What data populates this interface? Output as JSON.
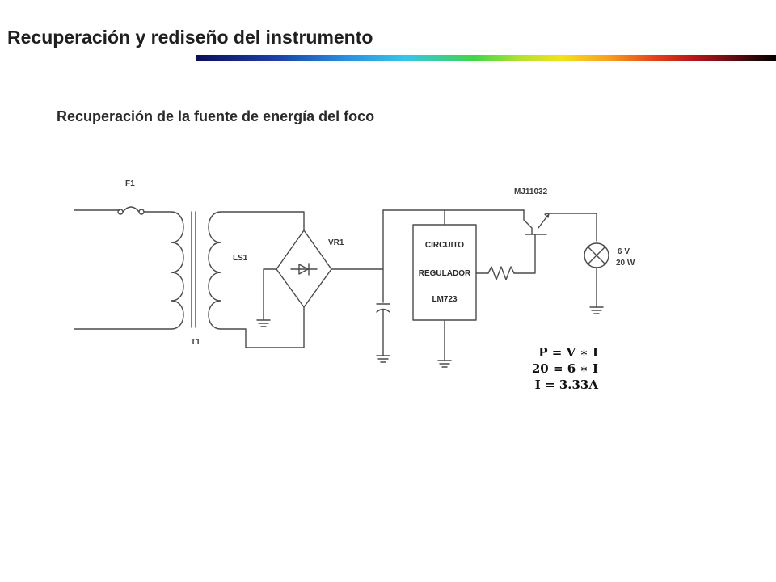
{
  "slide": {
    "title": "Recuperación y rediseño del instrumento",
    "section_title": "Recuperación de la fuente de energía del foco"
  },
  "schematic": {
    "fuse_label": "F1",
    "transformer_label": "T1",
    "secondary_label": "LS1",
    "bridge_label": "VR1",
    "transistor_label": "MJ11032",
    "ic_lines": [
      "CIRCUITO",
      "REGULADOR",
      "LM723"
    ],
    "lamp_voltage": "6 V",
    "lamp_power": "20 W"
  },
  "formulas": [
    "P = V ∗ I",
    "20 = 6 ∗ I",
    "I = 3.33A"
  ]
}
